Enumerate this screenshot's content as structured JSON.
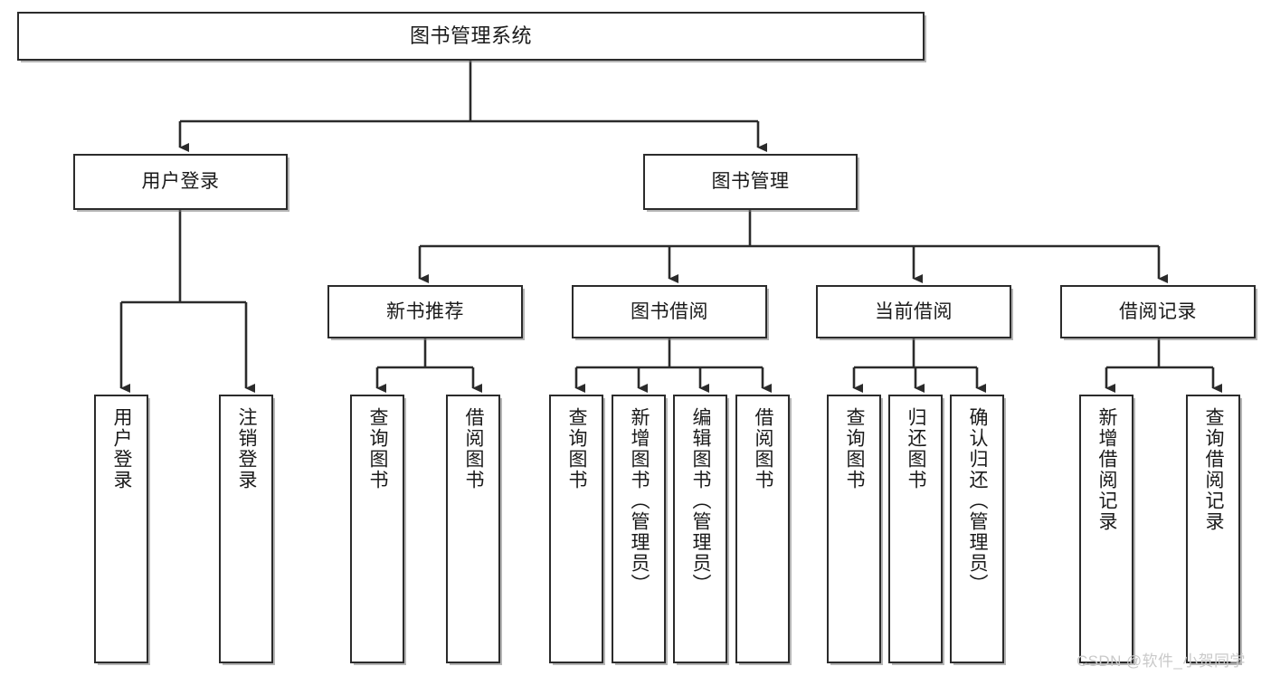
{
  "diagram": {
    "title": "图书管理系统",
    "type": "功能结构图",
    "root": {
      "id": "root",
      "label": "图书管理系统"
    },
    "level2": [
      {
        "id": "user-login",
        "label": "用户登录"
      },
      {
        "id": "book-manage",
        "label": "图书管理"
      }
    ],
    "level3": [
      {
        "id": "new-book-recommend",
        "label": "新书推荐",
        "parent": "book-manage"
      },
      {
        "id": "book-borrow",
        "label": "图书借阅",
        "parent": "book-manage"
      },
      {
        "id": "current-borrow",
        "label": "当前借阅",
        "parent": "book-manage"
      },
      {
        "id": "borrow-record",
        "label": "借阅记录",
        "parent": "book-manage"
      }
    ],
    "leaves": {
      "user_login": [
        {
          "id": "leaf-user-login",
          "label": "用户登录"
        },
        {
          "id": "leaf-user-logout",
          "label": "注销登录"
        }
      ],
      "new_book_recommend": [
        {
          "id": "leaf-query-book-1",
          "label": "查询图书"
        },
        {
          "id": "leaf-borrow-book-1",
          "label": "借阅图书"
        }
      ],
      "book_borrow": [
        {
          "id": "leaf-query-book-2",
          "label": "查询图书"
        },
        {
          "id": "leaf-add-book",
          "label": "新增图书（管理员）"
        },
        {
          "id": "leaf-edit-book",
          "label": "编辑图书（管理员）"
        },
        {
          "id": "leaf-borrow-book-2",
          "label": "借阅图书"
        }
      ],
      "current_borrow": [
        {
          "id": "leaf-query-book-3",
          "label": "查询图书"
        },
        {
          "id": "leaf-return-book",
          "label": "归还图书"
        },
        {
          "id": "leaf-confirm-return",
          "label": "确认归还（管理员）"
        }
      ],
      "borrow_record": [
        {
          "id": "leaf-add-record",
          "label": "新增借阅记录"
        },
        {
          "id": "leaf-query-record",
          "label": "查询借阅记录"
        }
      ]
    }
  },
  "watermark": {
    "text": "CSDN @软件_小贺同学"
  },
  "colors": {
    "stroke": "#2b2b2b",
    "fill": "#ffffff",
    "shadow": "#787878",
    "watermark": "#c9c9c9"
  }
}
